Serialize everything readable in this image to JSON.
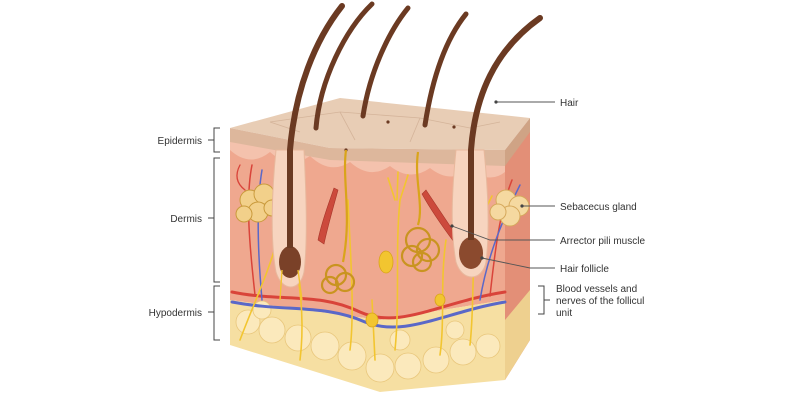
{
  "layers": {
    "epidermis": "Epidermis",
    "dermis": "Dermis",
    "hypodermis": "Hypodermis"
  },
  "callouts": {
    "hair": "Hair",
    "sebaceous_gland": "Sebacecus gland",
    "arrector_pili": "Arrector pili muscle",
    "hair_follicle": "Hair follicle",
    "vessels_line1": "Blood vessels and",
    "vessels_line2": "nerves of the follicul",
    "vessels_line3": "unit"
  },
  "colors": {
    "epidermis_top": "#e8cdb5",
    "dermis": "#efa88f",
    "hypodermis_fat": "#f6dfa2",
    "hair": "#6b3a22",
    "nerve": "#f2c530",
    "artery": "#d9443a",
    "vein": "#5a68c8",
    "muscle": "#cc4a3c"
  }
}
